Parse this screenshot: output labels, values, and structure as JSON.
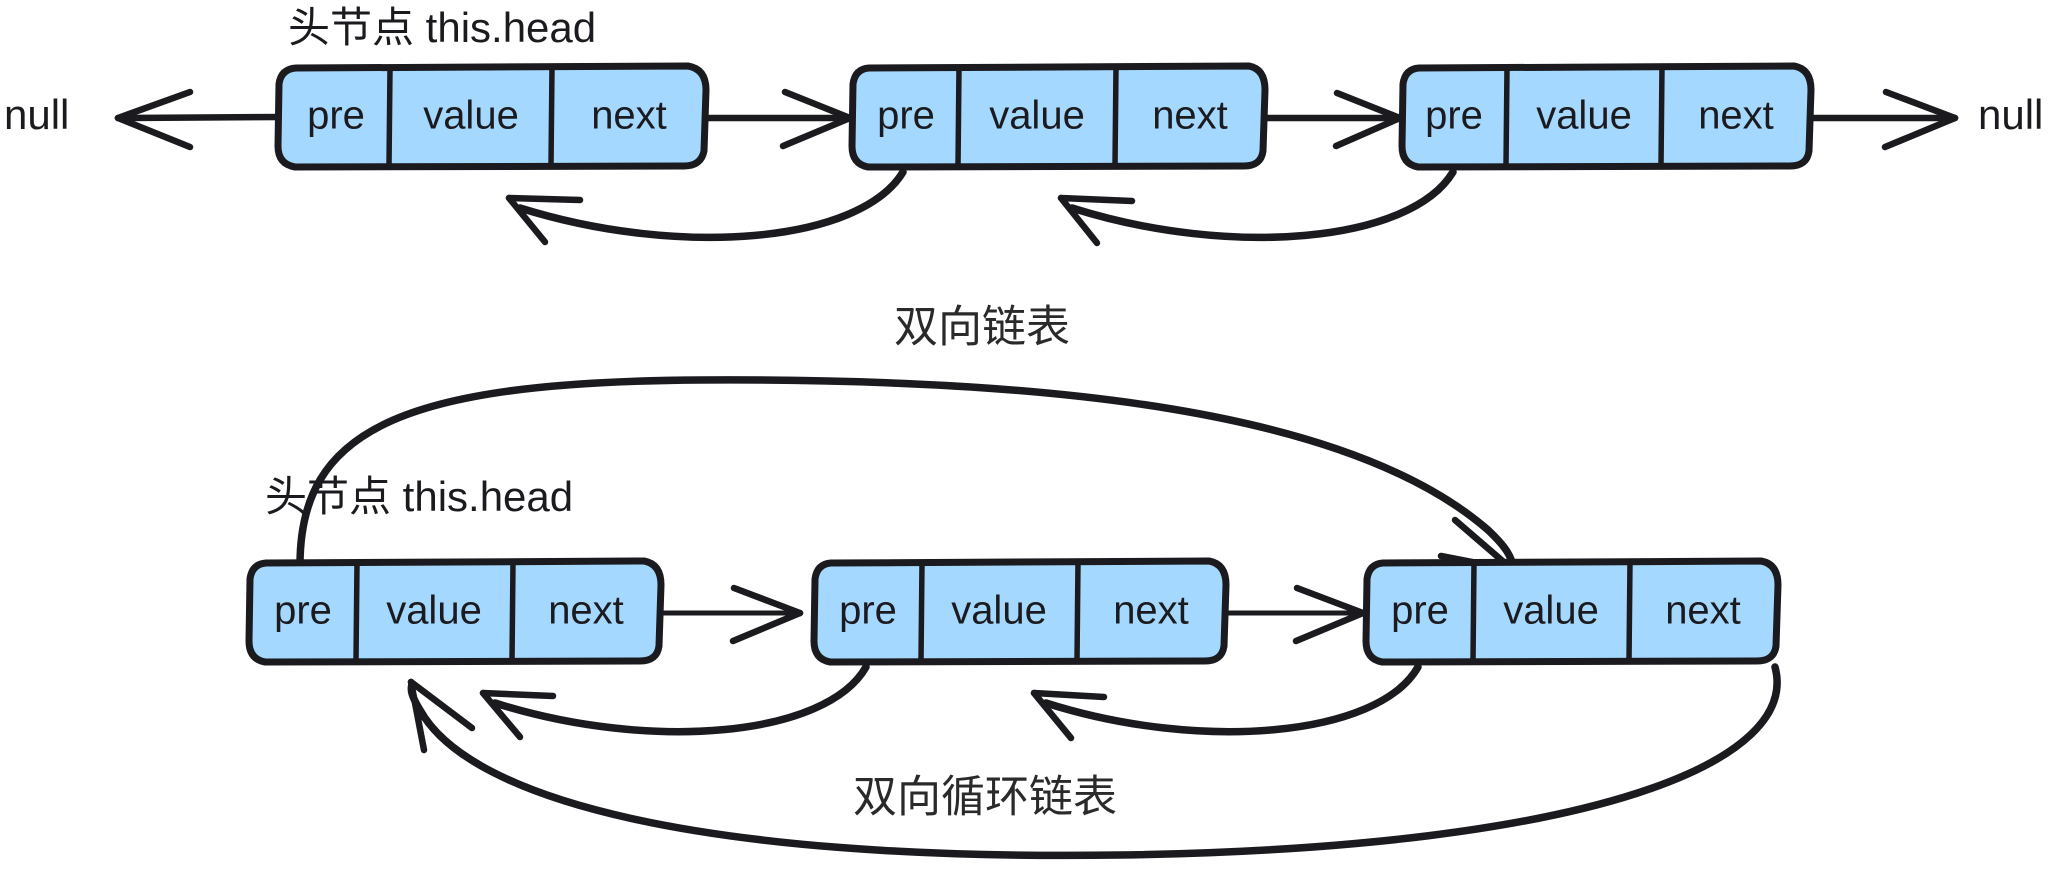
{
  "diagram": {
    "title_top": "双向链表",
    "title_bottom": "双向循环链表",
    "head_label_top": "头节点 this.head",
    "head_label_bottom": "头节点 this.head",
    "null_left": "null",
    "null_right": "null",
    "accent_fill": "#a5d8ff",
    "stroke_color": "#1b1b1f",
    "background": "#ffffff",
    "node_fields": [
      "pre",
      "value",
      "next"
    ],
    "top_list": {
      "kind": "doubly-linked-list",
      "nodes": [
        {
          "pre": "pre",
          "value": "value",
          "next": "next"
        },
        {
          "pre": "pre",
          "value": "value",
          "next": "next"
        },
        {
          "pre": "pre",
          "value": "value",
          "next": "next"
        }
      ],
      "terminators": {
        "left": "null",
        "right": "null"
      }
    },
    "bottom_list": {
      "kind": "doubly-circular-linked-list",
      "nodes": [
        {
          "pre": "pre",
          "value": "value",
          "next": "next"
        },
        {
          "pre": "pre",
          "value": "value",
          "next": "next"
        },
        {
          "pre": "pre",
          "value": "value",
          "next": "next"
        }
      ],
      "terminators": {
        "left": "",
        "right": ""
      }
    }
  }
}
